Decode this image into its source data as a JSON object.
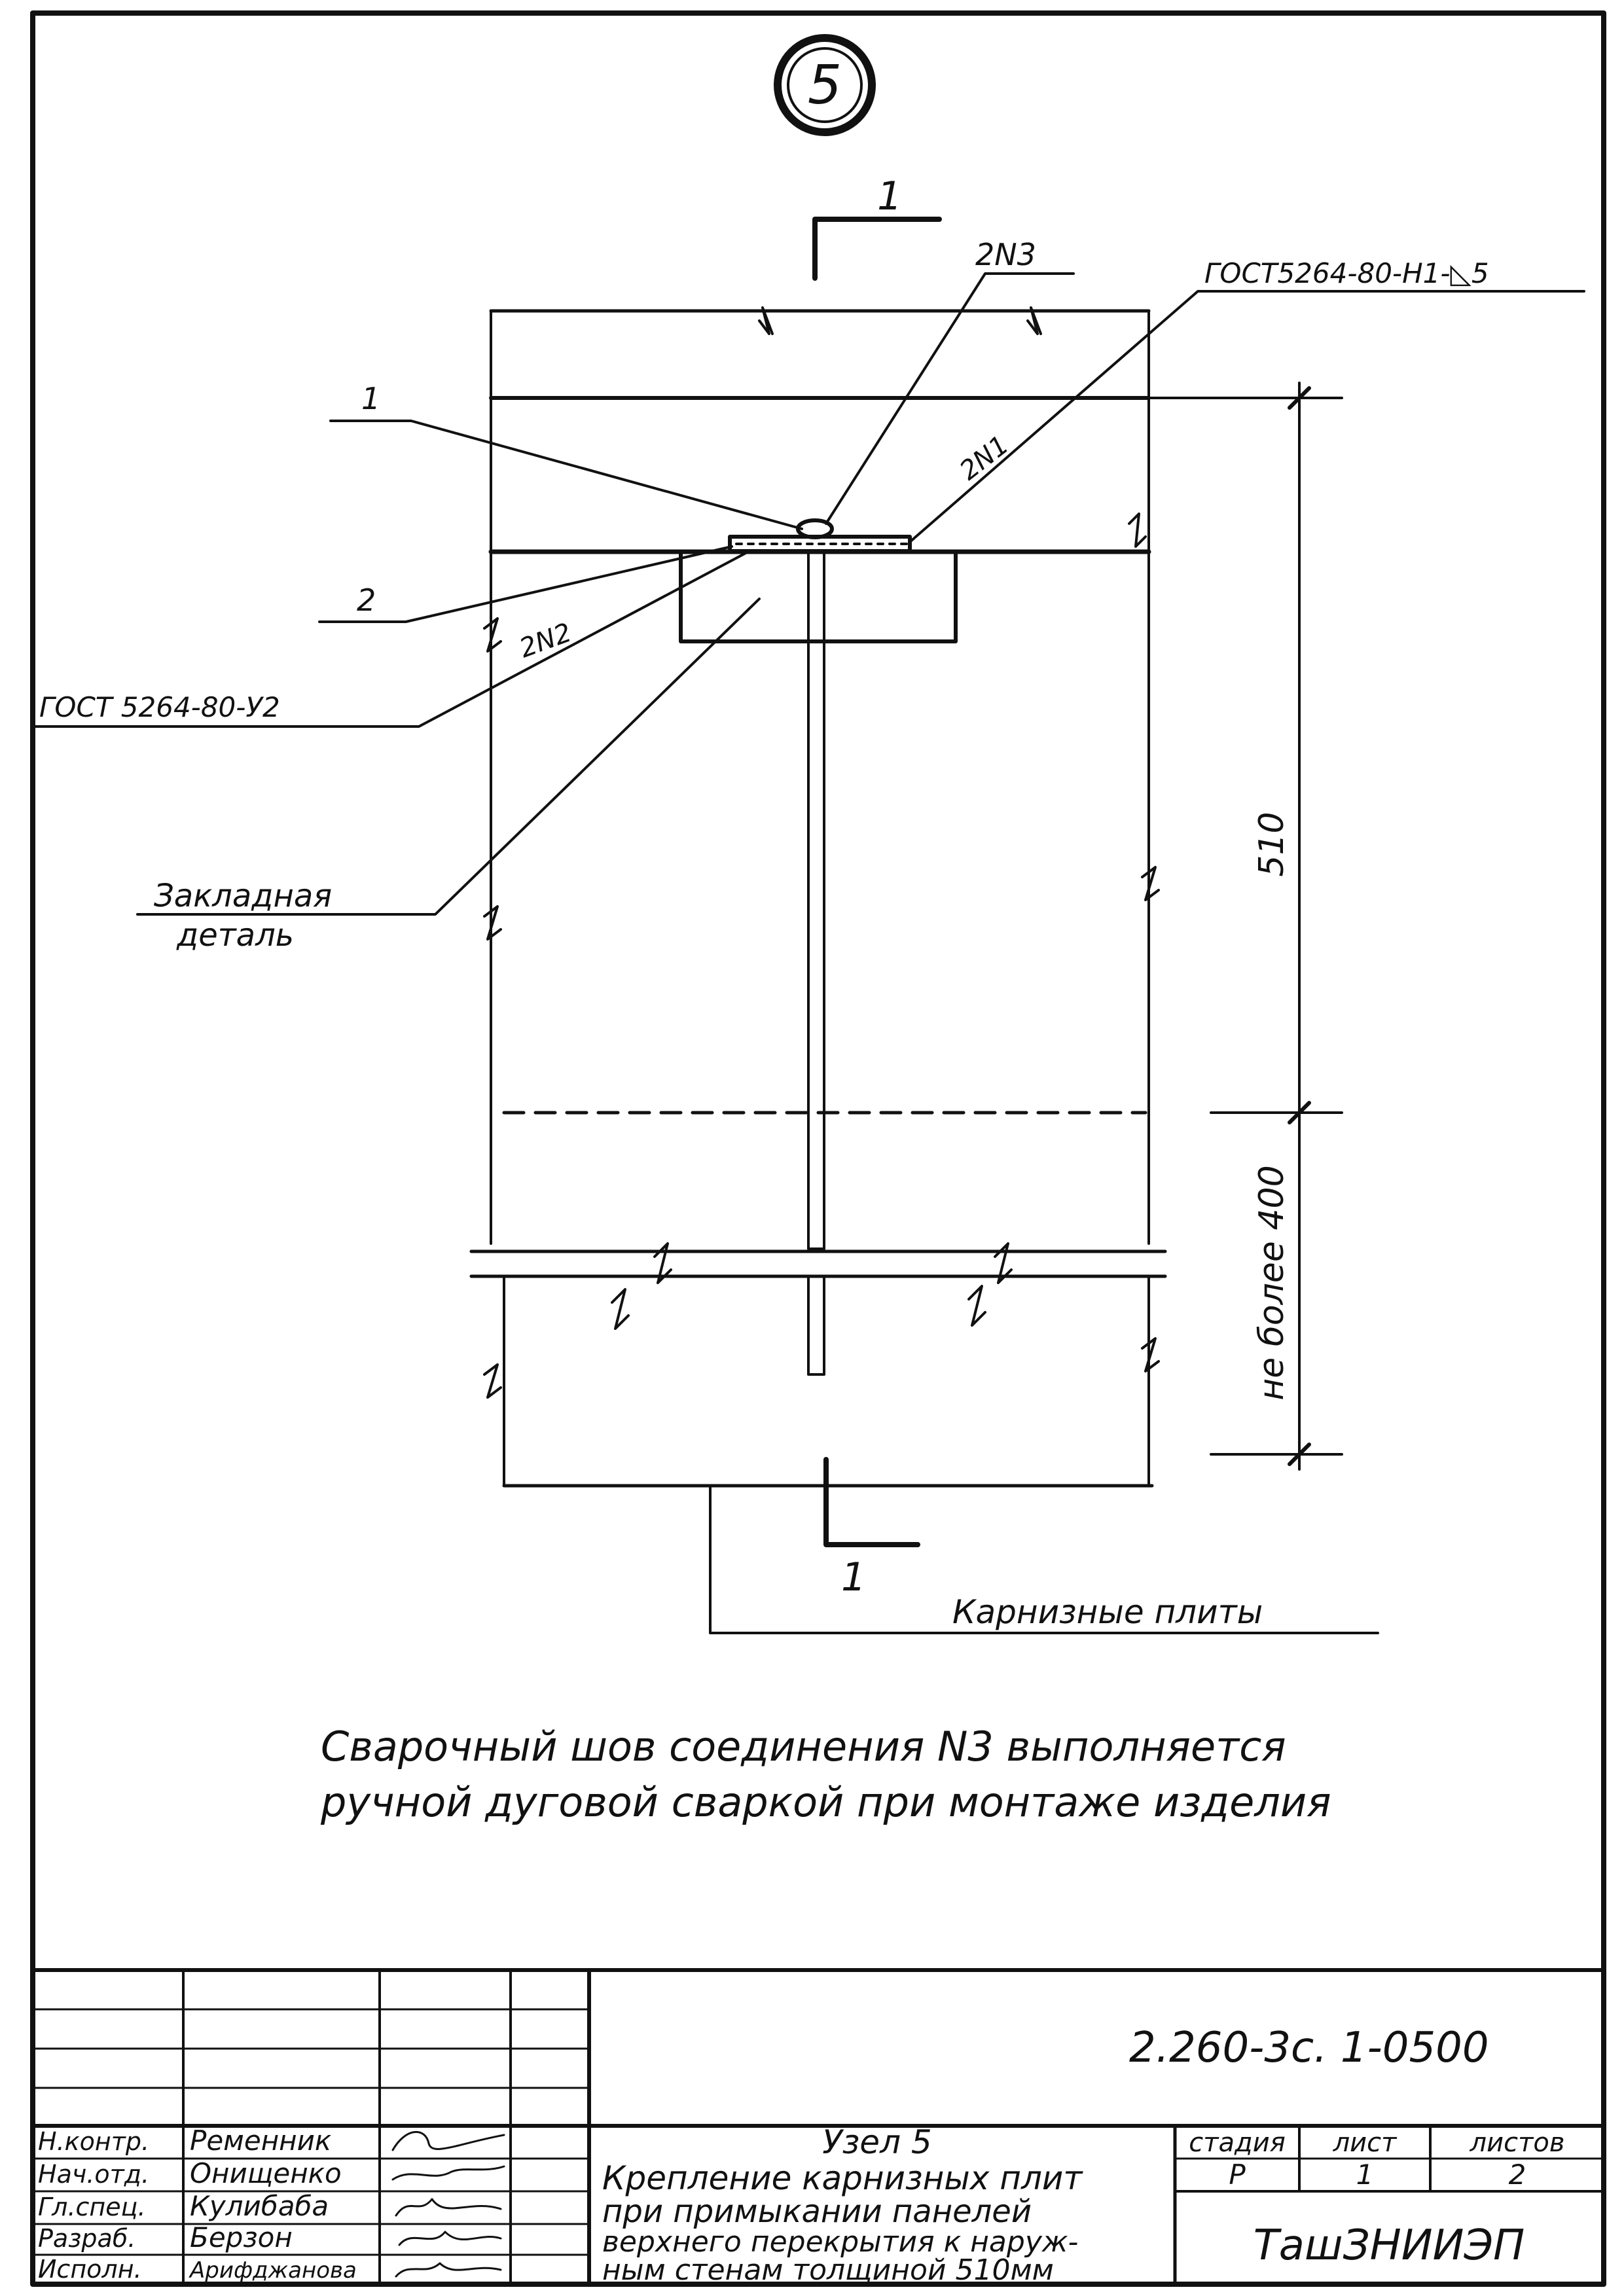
{
  "node_marker": "5",
  "labels": {
    "section_mark_top": "1",
    "section_mark_bottom": "1",
    "weld_n3": "2N3",
    "weld_n1": "2N1",
    "weld_n2": "2N2",
    "weld_spec_top": "ГОСТ5264-80-Н1-◺5",
    "weld_spec_left": "ГОСТ 5264-80-У2",
    "part_1": "1",
    "part_2": "2",
    "embedded_part_line1": "Закладная",
    "embedded_part_line2": "деталь",
    "cornice_slabs": "Карнизные плиты"
  },
  "dimensions": {
    "upper": "510",
    "lower": "не более 400"
  },
  "note": {
    "line1": "Сварочный шов соединения N3 выполняется",
    "line2": "ручной дуговой сваркой при монтаже изделия"
  },
  "title_block": {
    "code": "2.260-3с. 1-0500",
    "roles": [
      {
        "role": "Н.контр.",
        "name": "Ременник"
      },
      {
        "role": "Нач.отд.",
        "name": "Онищенко"
      },
      {
        "role": "Гл.спец.",
        "name": "Кулибаба"
      },
      {
        "role": "Разраб.",
        "name": "Берзон"
      },
      {
        "role": "Исполн.",
        "name": "Арифджанова"
      }
    ],
    "title_line1": "Узел 5",
    "title_line2": "Крепление карнизных плит",
    "title_line3": "при примыкании панелей",
    "title_line4": "верхнего перекрытия к наруж-",
    "title_line5": "ным стенам толщиной 510мм",
    "stage_header": "стадия",
    "sheet_header": "лист",
    "sheets_header": "листов",
    "stage": "Р",
    "sheet": "1",
    "sheets": "2",
    "organization": "ТашЗНИИЭП"
  }
}
